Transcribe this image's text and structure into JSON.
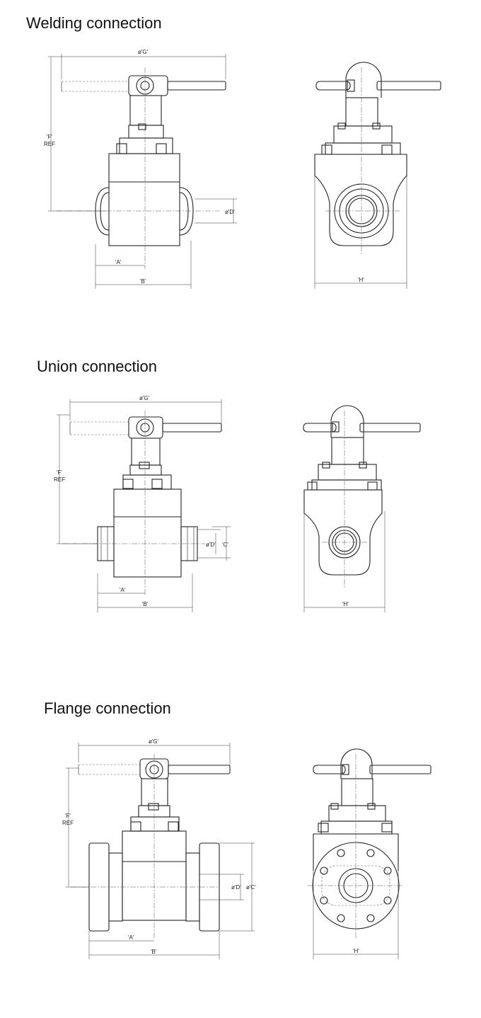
{
  "sections": [
    {
      "title": "Welding connection",
      "dims": {
        "g": "ø'G'",
        "f": "'F'",
        "ref": "REF",
        "d": "ø'D'",
        "a": "'A'",
        "b": "'B'",
        "h": "'H'"
      }
    },
    {
      "title": "Union connection",
      "dims": {
        "g": "ø'G'",
        "f": "'F'",
        "ref": "REF",
        "d": "ø'D'",
        "c": "'C'",
        "a": "'A'",
        "b": "'B'",
        "h": "'H'"
      }
    },
    {
      "title": "Flange connection",
      "dims": {
        "g": "ø'G'",
        "f": "'F'",
        "ref": "REF",
        "d": "ø'D'",
        "c": "ø'C'",
        "a": "'A'",
        "b": "'B'",
        "h": "'H'"
      }
    }
  ]
}
